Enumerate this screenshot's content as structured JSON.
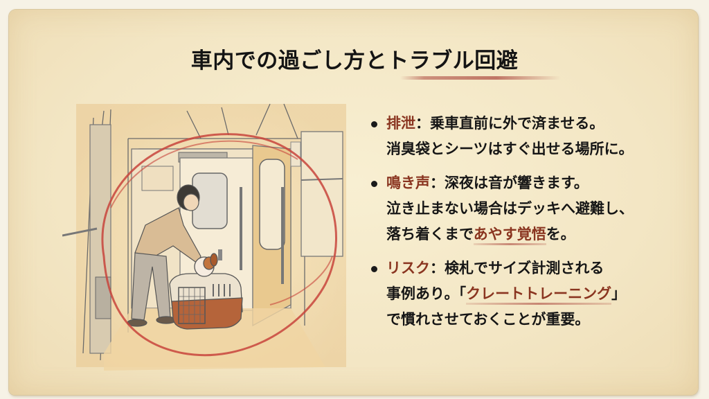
{
  "title": {
    "text": "車内での過ごし方とトラブル回避"
  },
  "illustration": {
    "description": "Pencil sketch of a man in a train vestibule petting a dog inside a pet carrier, circled in red",
    "icon": "train-vestibule-dog-carrier-illustration"
  },
  "bullets": [
    {
      "label": "排泄",
      "separator": "：",
      "lines": [
        {
          "text": "乗車直前に外で済ませる。"
        },
        {
          "text": "消臭袋とシーツはすぐ出せる場所に。"
        }
      ]
    },
    {
      "label": "鳴き声",
      "separator": "：",
      "lines": [
        {
          "text": "深夜は音が響きます。"
        },
        {
          "text": "泣き止まない場合はデッキへ避難し、"
        },
        {
          "pre": "落ち着くまで",
          "highlight": "あやす覚悟",
          "post": "を。"
        }
      ]
    },
    {
      "label": "リスク",
      "separator": "：",
      "lines": [
        {
          "text": "検札でサイズ計測される"
        },
        {
          "pre": "事例あり。「",
          "highlight": "クレートトレーニング",
          "post": "」"
        },
        {
          "text": "で慣れさせておくことが重要。"
        }
      ]
    }
  ],
  "colors": {
    "accent": "#8a3520",
    "text": "#161616",
    "paper": "#f3e6c4",
    "circle": "#c8443c"
  }
}
